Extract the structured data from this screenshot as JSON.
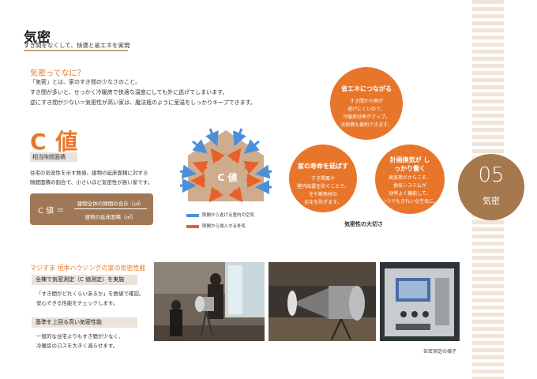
{
  "header": {
    "title": "気密",
    "subtitle": "すき間をなくして、快適と省エネを実現"
  },
  "intro": {
    "heading": "気密ってなに？",
    "lines": [
      "「気密」とは、家のすき間の少なさのこと。",
      "すき間が多いと、せっかく冷暖房で快適な温度にしても外に逃げてしまいます。",
      "逆にすき間が少ない＝気密性が高い家は、魔法瓶のように室温をしっかりキープできます。"
    ]
  },
  "c_value": {
    "heading": "C 値",
    "tag": "相当隙間面積",
    "desc": [
      "住宅の気密性を示す数値。建物の延床面積に対する",
      "隙間面積の割合で、小さいほど気密性が高い家です。"
    ],
    "formula": {
      "lhs": "C 値 ＝",
      "numerator": "建物全体の隙間の合計（㎠）",
      "denominator": "建物の延床面積（㎡）"
    }
  },
  "diagram": {
    "house_label": "C 値",
    "legend": [
      {
        "label": "隙間から逃げる室内の空気",
        "color": "#4a90d9"
      },
      {
        "label": "隙間から侵入する外気",
        "color": "#e8602a"
      }
    ]
  },
  "benefits": {
    "items": [
      {
        "title": "省エネにつながる",
        "body": [
          "すき間から熱が",
          "逃げにくいので、",
          "冷暖房効率がアップ。",
          "光熱費も節約できます。"
        ]
      },
      {
        "title": "家の寿命を延ばす",
        "body": [
          "すき間風や",
          "壁内結露を防ぐことで、",
          "住や断熱材の",
          "劣化を防ぎます。"
        ]
      },
      {
        "title": "計画換気が しっかり働く",
        "body": [
          "高気密だからこそ、",
          "換気システムが",
          "効率よく機能して、",
          "いつでもきれいな空気に。"
        ]
      }
    ],
    "caption": "気密性の大切さ"
  },
  "badge": {
    "number": "05",
    "label": "気密"
  },
  "performance": {
    "heading": "マジすま 垣本ハウジングの家の気密性能",
    "blocks": [
      {
        "title": "全棟で気密測定（C 値測定）を実施",
        "lines": [
          "「すき間がどれくらいあるか」を数値で確認。",
          "安心できる性能をチェックします。"
        ]
      },
      {
        "title": "基準を上回る高い気密性能",
        "lines": [
          "一般的な住宅よりもすき間が少なく、",
          "冷暖房のロスを大きく減らせます。"
        ]
      }
    ],
    "photo_caption": "気密測定の様子"
  },
  "colors": {
    "accent": "#e8762a",
    "brown": "#a5784e",
    "blue": "#4a90d9"
  }
}
